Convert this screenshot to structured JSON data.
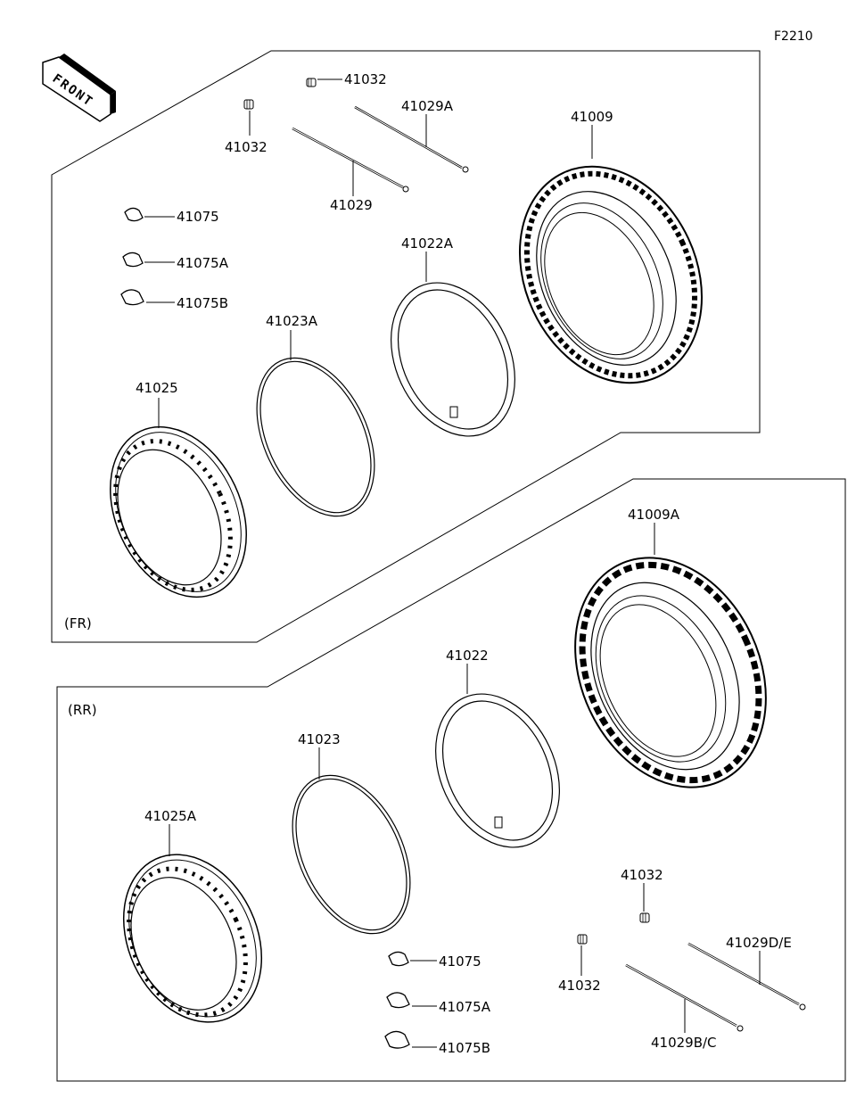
{
  "figure_code": "F2210",
  "front_label": "FRONT",
  "sections": {
    "front": {
      "label": "(FR)"
    },
    "rear": {
      "label": "(RR)"
    }
  },
  "parts": {
    "fr_41032_a": "41032",
    "fr_41032_b": "41032",
    "fr_41029A": "41029A",
    "fr_41029": "41029",
    "fr_41009": "41009",
    "fr_41075": "41075",
    "fr_41075A": "41075A",
    "fr_41075B": "41075B",
    "fr_41022A": "41022A",
    "fr_41023A": "41023A",
    "fr_41025": "41025",
    "rr_41009A": "41009A",
    "rr_41022": "41022",
    "rr_41023": "41023",
    "rr_41025A": "41025A",
    "rr_41075": "41075",
    "rr_41075A": "41075A",
    "rr_41075B": "41075B",
    "rr_41032_a": "41032",
    "rr_41032_b": "41032",
    "rr_41029DE": "41029D/E",
    "rr_41029BC": "41029B/C"
  }
}
